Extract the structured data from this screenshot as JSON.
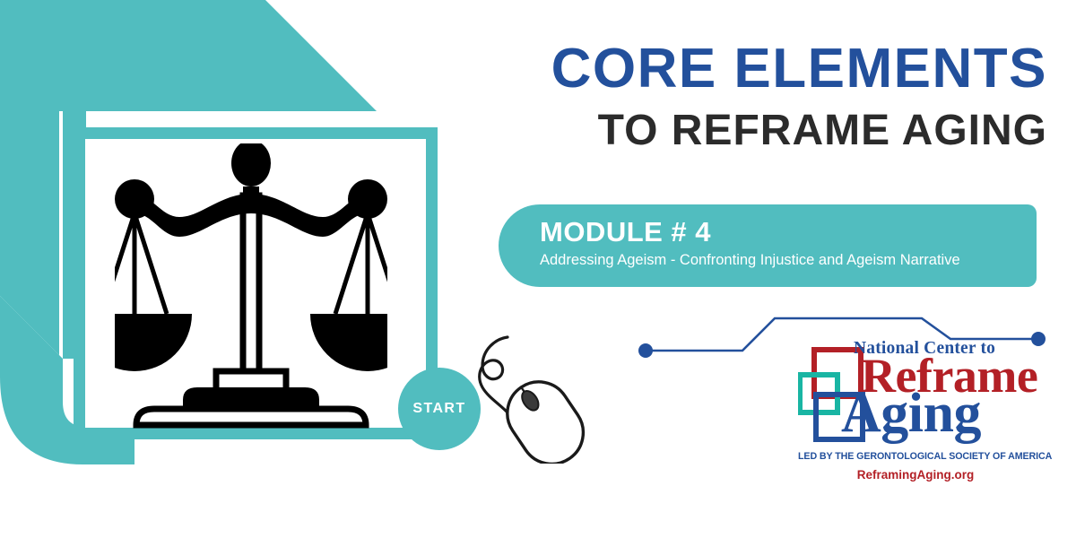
{
  "page": {
    "background_color": "#ffffff",
    "teal": "#51bdbf",
    "blue": "#23509c",
    "dark": "#2b2b2b",
    "red": "#b32026"
  },
  "headline": {
    "line1": "CORE ELEMENTS",
    "line2": "TO REFRAME AGING"
  },
  "module": {
    "title": "MODULE # 4",
    "subtitle": "Addressing Ageism - Confronting Injustice and Ageism Narrative"
  },
  "start_button": {
    "label": "START"
  },
  "illustration": {
    "scales_icon_name": "scales-of-justice-icon",
    "mouse_icon_name": "computer-mouse-icon"
  },
  "logo": {
    "line_top": "National Center to",
    "line_reframe": "Reframe",
    "line_aging": "Aging",
    "tagline": "LED BY THE GERONTOLOGICAL SOCIETY OF AMERICA",
    "url": "ReframingAging.org",
    "square_colors": {
      "red": "#b32026",
      "teal": "#19b5a3",
      "blue": "#23509c"
    }
  }
}
